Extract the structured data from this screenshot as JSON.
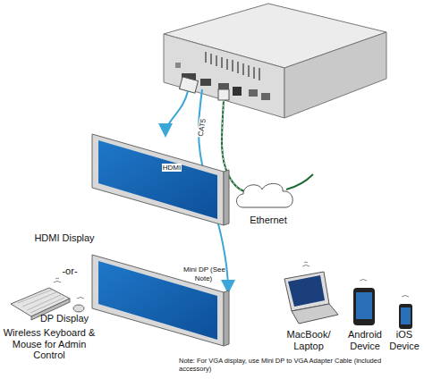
{
  "diagram": {
    "nodes": [
      {
        "text": [
          "HDMI Display"
        ]
      },
      {
        "text": [
          "DP Display"
        ]
      },
      {
        "text": [
          "Ethernet"
        ]
      }
    ],
    "labels": [
      "HDMI",
      "CAT5",
      "Mini DP (See Note)",
      "-or-",
      "Wireless Keyboard & Mouse for Admin Control",
      "MacBook/ Laptop",
      "Android Device",
      "iOS Device",
      "Note: For VGA display, use Mini DP to VGA Adapter Cable (included accessory)"
    ]
  }
}
